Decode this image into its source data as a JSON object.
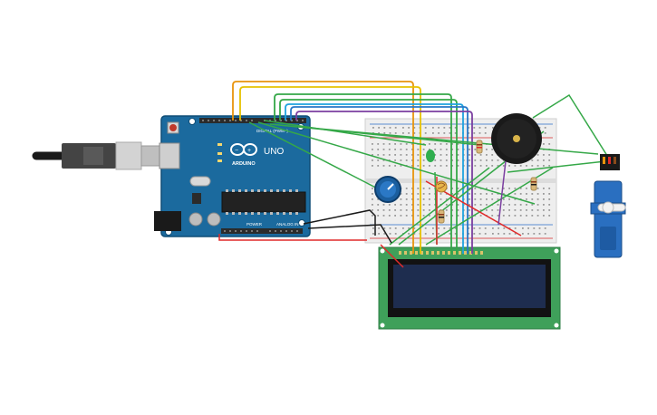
{
  "arduino": {
    "brand": "ARDUINO",
    "model": "UNO",
    "digital_label": "DIGITAL (PWM~)",
    "power_label": "POWER",
    "analog_label": "ANALOG IN",
    "colors": {
      "board": "#1b6a9e",
      "header": "#2b2b2b",
      "usb": "#cfcfcf"
    }
  },
  "breadboard": {
    "colors": {
      "body": "#eeeeee",
      "hole": "#9a9a9a"
    }
  },
  "lcd": {
    "colors": {
      "pcb": "#3fa05a",
      "screen": "#1e2d4f",
      "frame": "#121212"
    }
  },
  "buzzer": {
    "colors": {
      "body": "#1a1a1a",
      "dot": "#d9b44a"
    }
  },
  "servo": {
    "colors": {
      "body": "#2a6fc0",
      "horn": "#f2f2f2"
    }
  },
  "wires": {
    "colors": [
      "#e8940c",
      "#e6c200",
      "#35a848",
      "#1fa2de",
      "#2877c7",
      "#7b3fa0",
      "#e02a2a",
      "#1a1a1a"
    ]
  }
}
